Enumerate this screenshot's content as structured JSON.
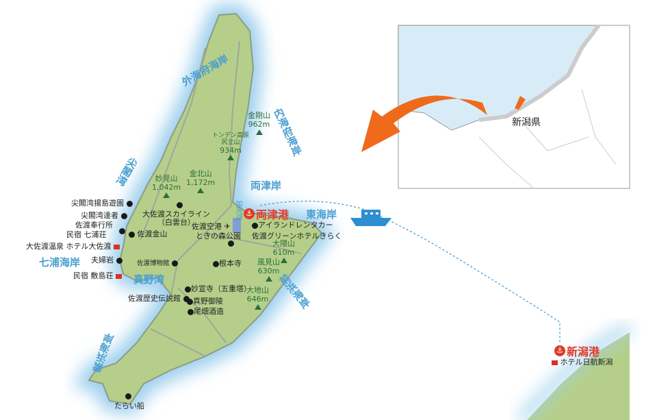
{
  "inset": {
    "prefecture_label": "新潟県"
  },
  "coasts": {
    "sotokaifu": "外海府海岸",
    "uchikaifu": "内海府海岸",
    "senkaku": "尖閣湾",
    "ryotsu": "両津岸",
    "higashi": "東海岸",
    "nanaura": "七浦海岸",
    "mano": "真野湾",
    "maehama": "前浜海岸",
    "sobama": "素浜海岸",
    "kamo": "加茂湖"
  },
  "mountains": [
    {
      "name": "金剛山",
      "elev": "962m"
    },
    {
      "name": "トンデン高原\n尻立山",
      "elev": "934m"
    },
    {
      "name": "妙見山",
      "elev": "1,042m"
    },
    {
      "name": "金北山",
      "elev": "1,172m"
    },
    {
      "name": "大隈山",
      "elev": "610m"
    },
    {
      "name": "風見山",
      "elev": "630m"
    },
    {
      "name": "大地山",
      "elev": "646m"
    }
  ],
  "ports": {
    "ryotsu": "両津港",
    "niigata": "新潟港"
  },
  "places": {
    "senkaku_park": "尖閣湾揚島遊園",
    "senkaku_tatsusha": "尖閣湾達者",
    "bugyosho": "佐渡奉行所",
    "shichiurasou": "民宿 七浦荘",
    "hotel_osado": "大佐渡温泉 ホテル大佐渡",
    "meoto": "夫婦岩",
    "shikishimasou": "民宿 敷島荘",
    "skyline": "大佐渡スカイライン\n（白雲台）",
    "kinzan": "佐渡金山",
    "airport": "佐渡空港",
    "toki": "ときの森公園",
    "rental": "アイランドレンタカー",
    "kiraku": "佐渡グリーンホテルきらく",
    "museum": "佐渡博物館",
    "konponji": "根本寺",
    "myosenji": "妙宣寺（五重塔）",
    "rekishi": "佐渡歴史伝説館",
    "mano_goryo": "真野御陵",
    "obata": "尾畑酒造",
    "taraibune": "たらい船",
    "hotel_nikko": "ホテル日航新潟"
  },
  "colors": {
    "land": "#b5cf8a",
    "sea": "#d8ecf8",
    "accent": "#e03a2a",
    "arrow": "#ef6a1a"
  }
}
